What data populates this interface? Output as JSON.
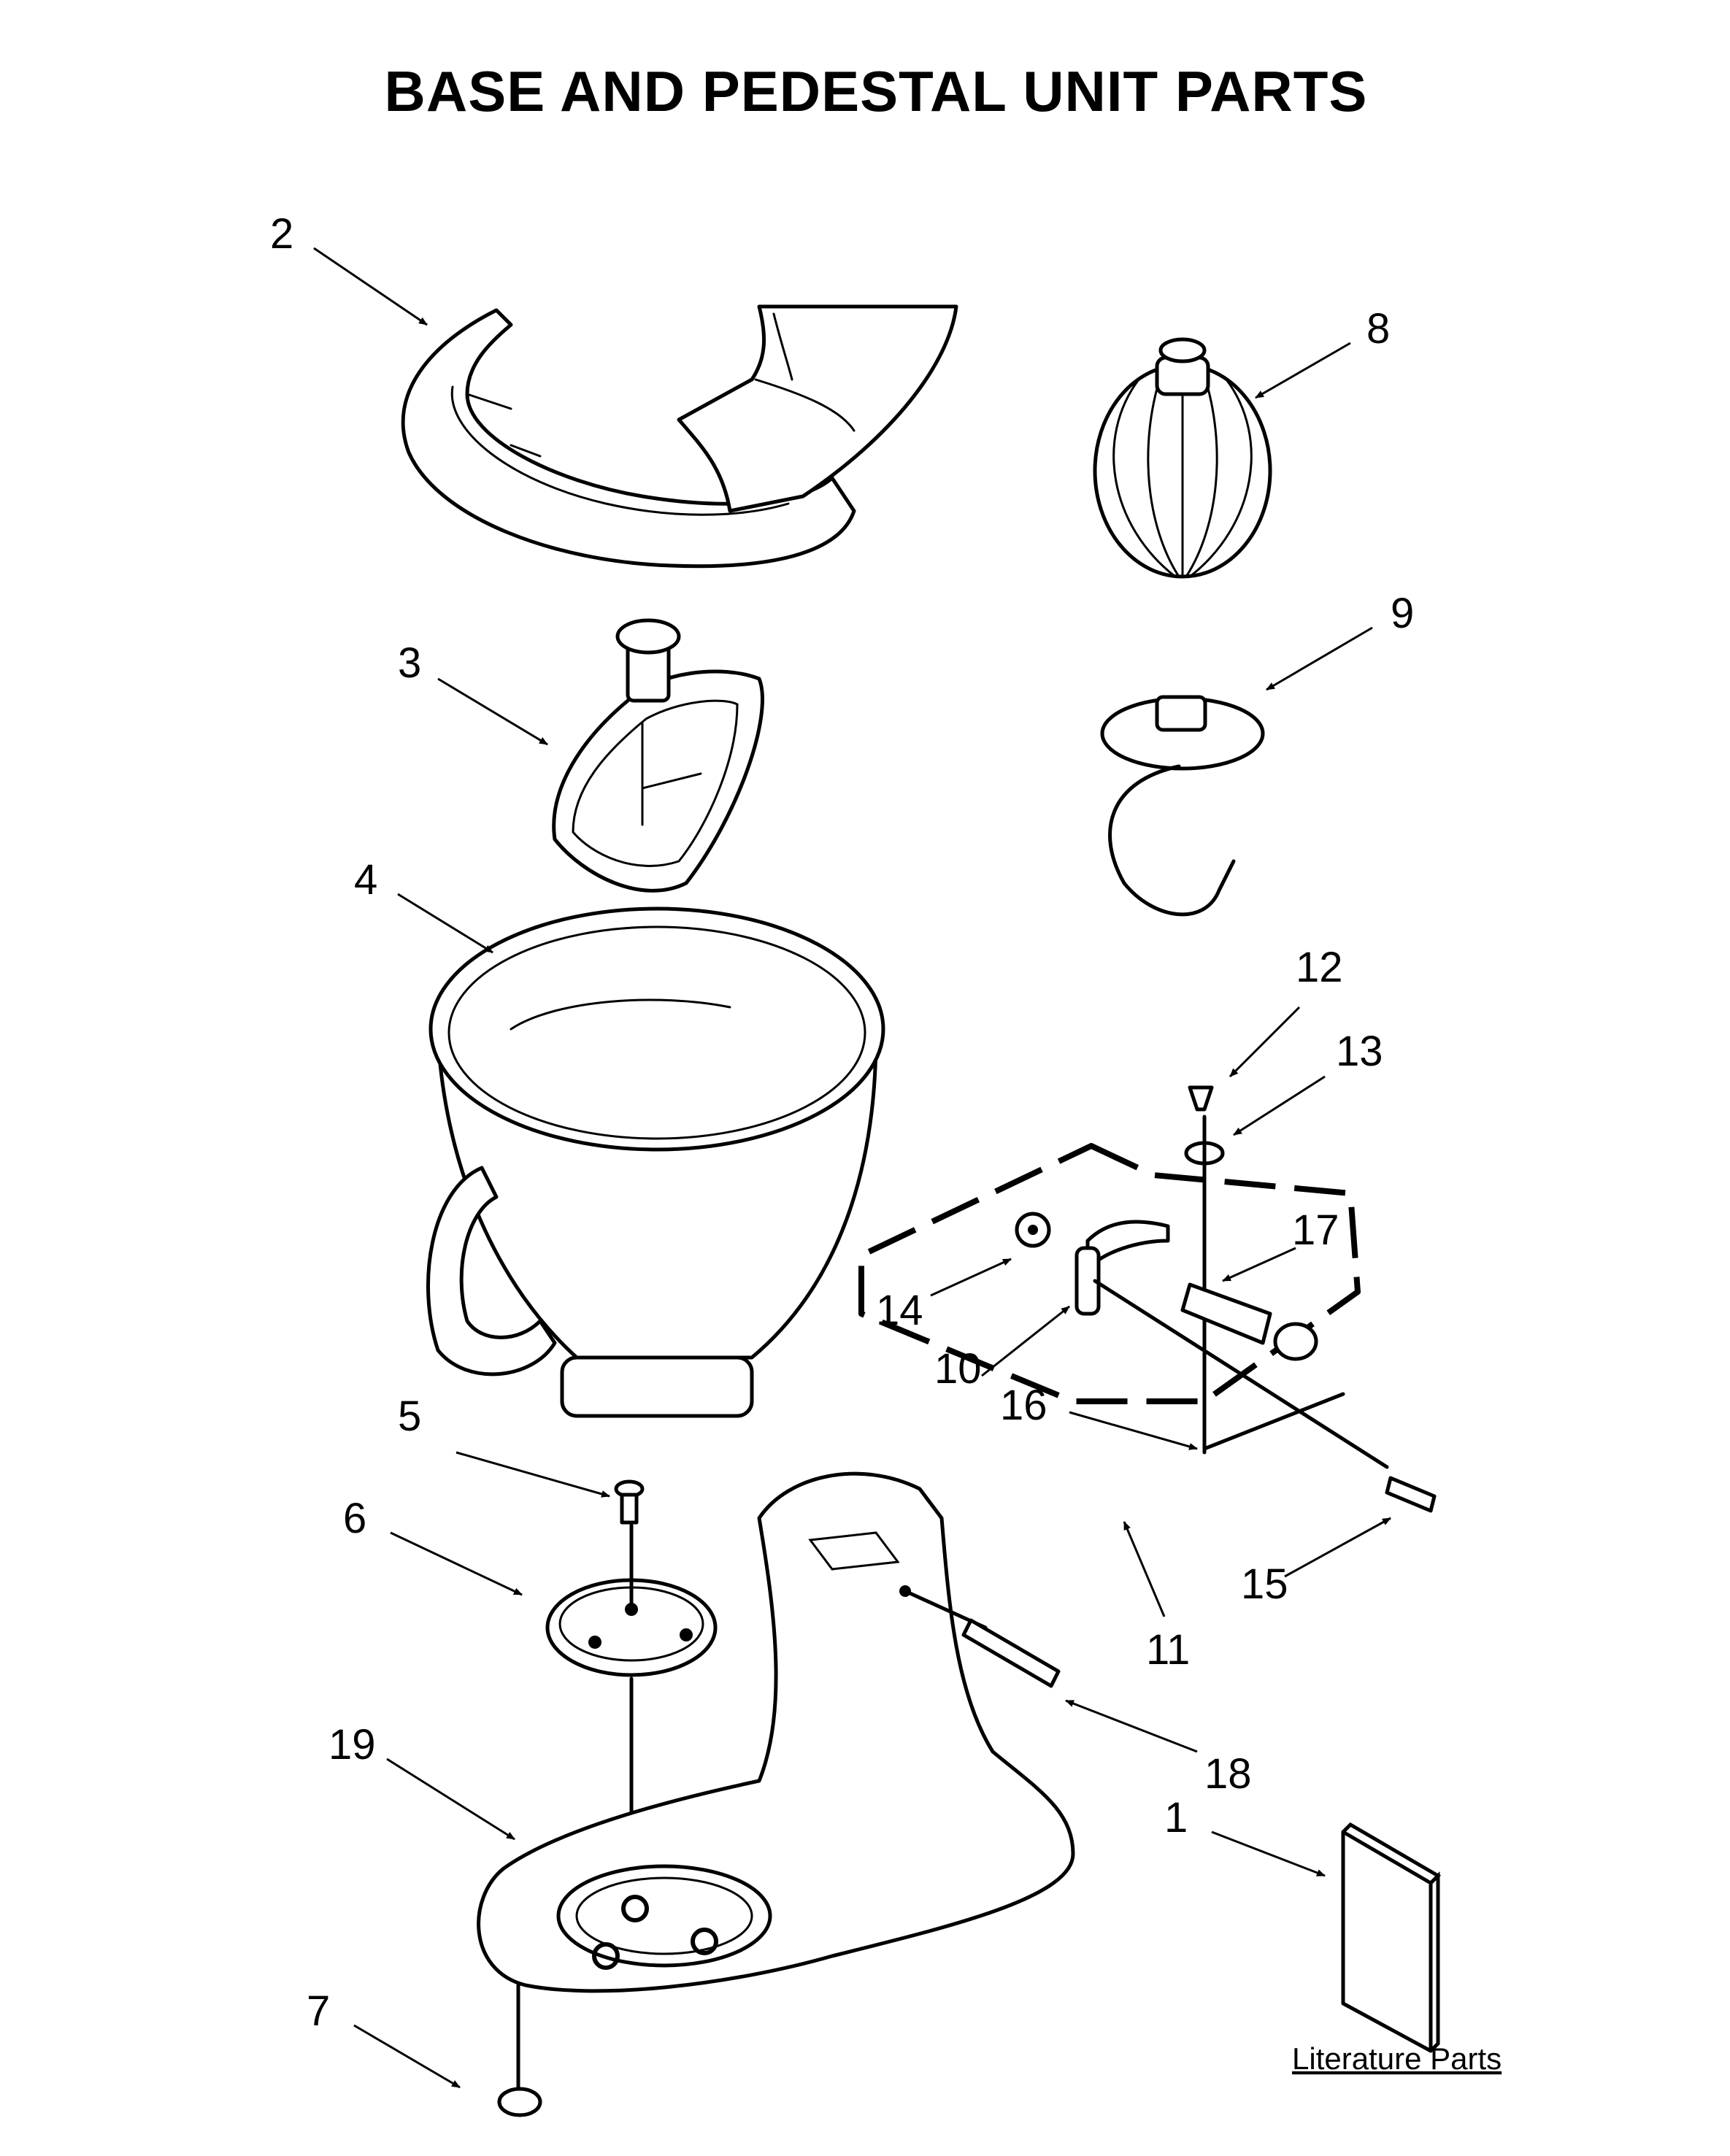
{
  "title": "BASE AND PEDESTAL UNIT PARTS",
  "callouts": {
    "c1": "1",
    "c2": "2",
    "c3": "3",
    "c4": "4",
    "c5": "5",
    "c6": "6",
    "c7": "7",
    "c8": "8",
    "c9": "9",
    "c10": "10",
    "c11": "11",
    "c12": "12",
    "c13": "13",
    "c14": "14",
    "c15": "15",
    "c16": "16",
    "c17": "17",
    "c18": "18",
    "c19": "19"
  },
  "literature_label": "Literature Parts"
}
